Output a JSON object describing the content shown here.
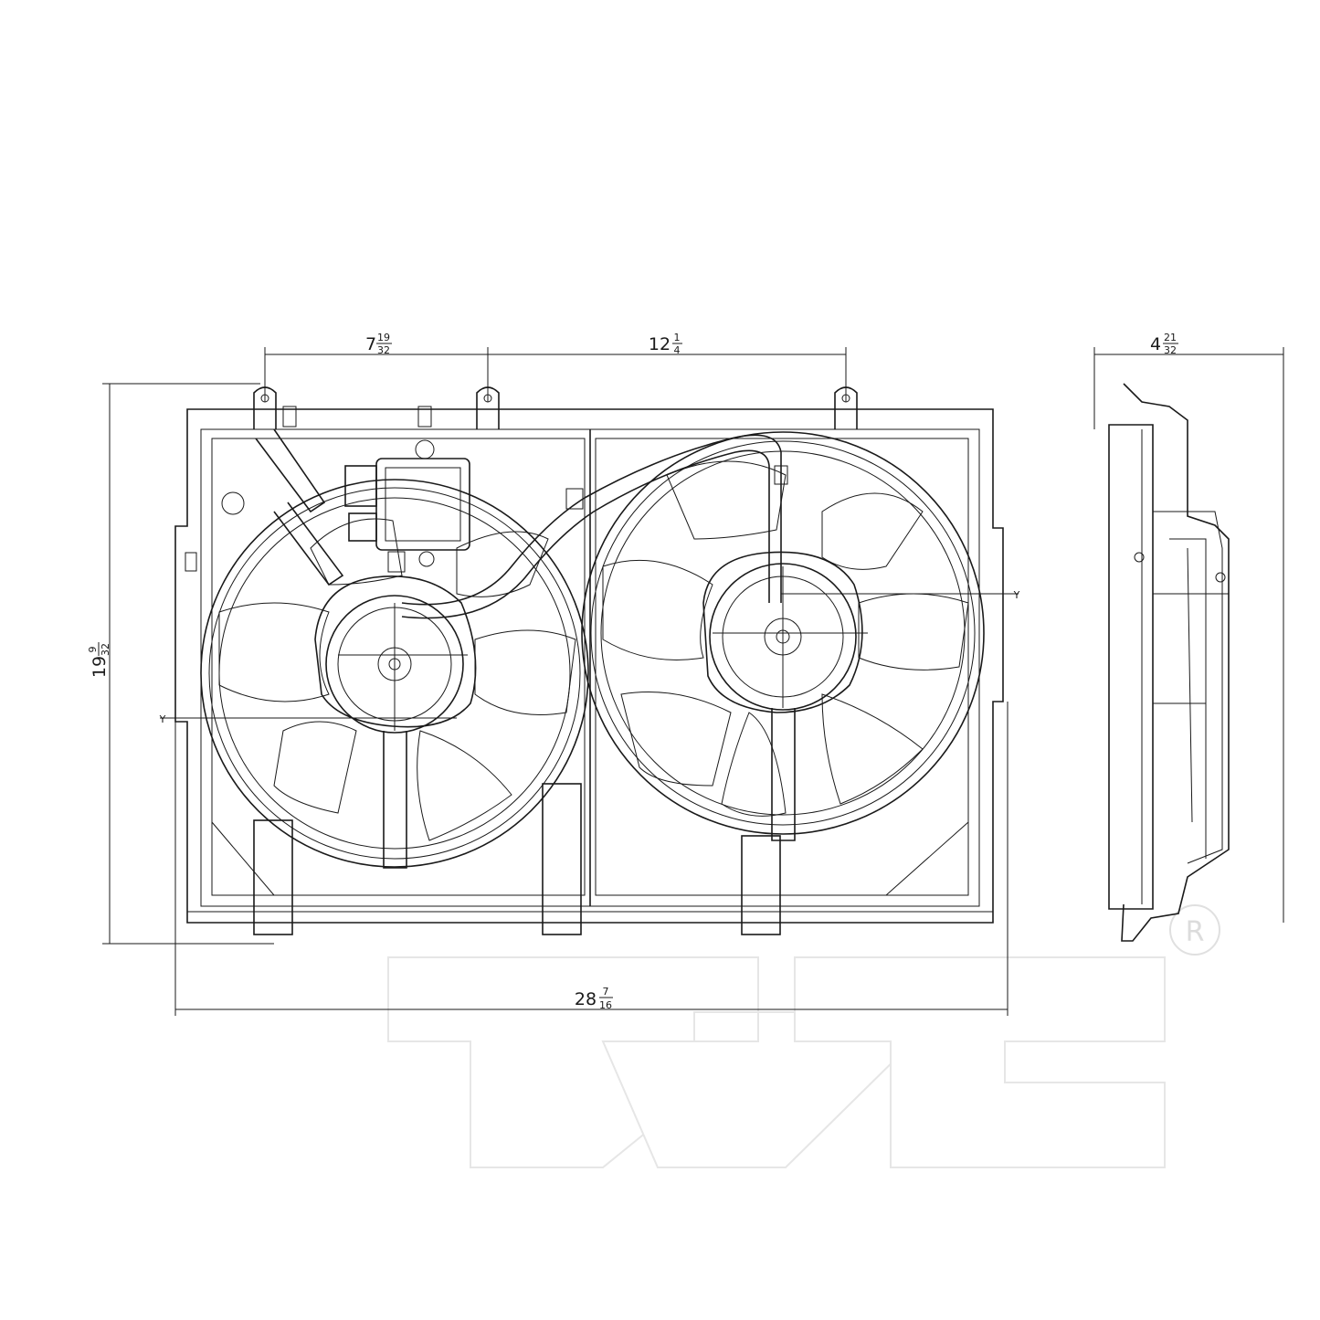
{
  "dimensions": {
    "top_left": {
      "whole": "7",
      "num": "19",
      "den": "32"
    },
    "top_mid": {
      "whole": "12",
      "num": "1",
      "den": "4"
    },
    "side": {
      "whole": "4",
      "num": "21",
      "den": "32"
    },
    "height": {
      "whole": "19",
      "num": "9",
      "den": "32"
    },
    "width": {
      "whole": "28",
      "num": "7",
      "den": "16"
    }
  },
  "axis_marks": {
    "left_axis": "Y",
    "right_axis": "Y"
  },
  "brand": {
    "logo": "TYC",
    "registered": "R"
  },
  "colors": {
    "line": "#1a1a1a",
    "watermark": "#e6e6e6",
    "background": "#ffffff"
  }
}
